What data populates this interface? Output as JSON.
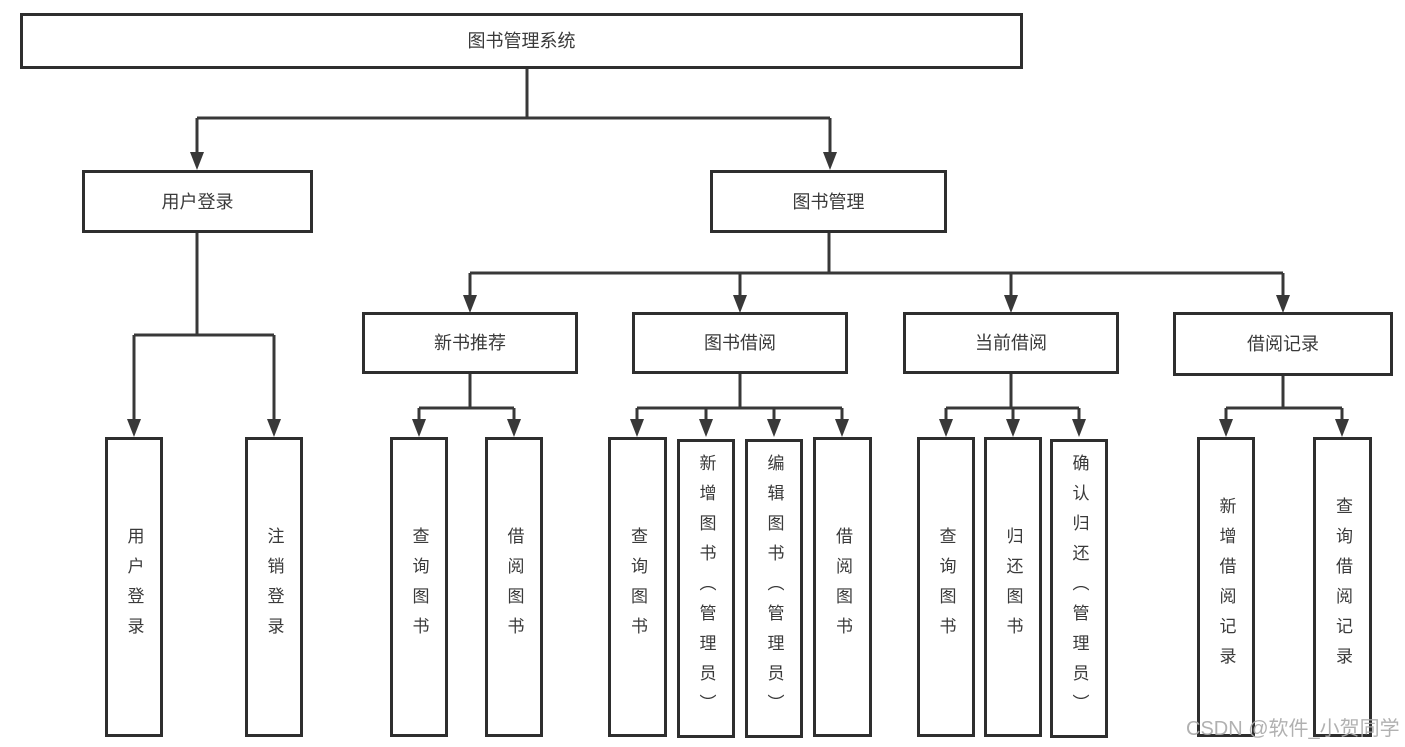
{
  "colors": {
    "background": "#ffffff",
    "line": "#383838",
    "box_border": "#2e2e2e",
    "text": "#3a3a3a",
    "watermark": "#ababab"
  },
  "diagram": {
    "root": {
      "label": "图书管理系统"
    },
    "branches": [
      {
        "label": "用户登录",
        "leaves": [
          "用户登录",
          "注销登录"
        ]
      },
      {
        "label": "图书管理",
        "groups": [
          {
            "label": "新书推荐",
            "leaves": [
              "查询图书",
              "借阅图书"
            ]
          },
          {
            "label": "图书借阅",
            "leaves": [
              "查询图书",
              "新增图书（管理员）",
              "编辑图书（管理员）",
              "借阅图书"
            ]
          },
          {
            "label": "当前借阅",
            "leaves": [
              "查询图书",
              "归还图书",
              "确认归还（管理员）"
            ]
          },
          {
            "label": "借阅记录",
            "leaves": [
              "新增借阅记录",
              "查询借阅记录"
            ]
          }
        ]
      }
    ]
  },
  "watermark": {
    "text": "CSDN @软件_小贺同学"
  }
}
